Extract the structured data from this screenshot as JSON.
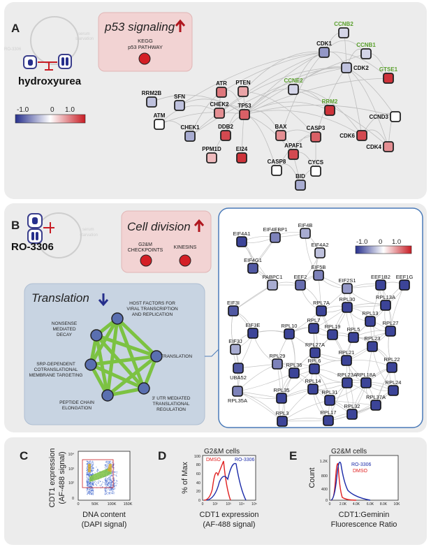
{
  "panels": {
    "a": "A",
    "b": "B",
    "c": "C",
    "d": "D",
    "e": "E"
  },
  "panel_a": {
    "drug": "hydroxyurea",
    "ghost_labels": [
      "RO-3306",
      "serum",
      "starvation"
    ],
    "pathway_box": {
      "title": "p53 signaling",
      "subtitle_1": "KEGG",
      "subtitle_2": "p53 PATHWAY"
    },
    "scale": {
      "min": "-1.0",
      "mid": "0",
      "max": "1.0"
    },
    "nodes": [
      {
        "id": "CCNB2",
        "v": -0.2,
        "green": true
      },
      {
        "id": "CCNB1",
        "v": -0.2,
        "green": true
      },
      {
        "id": "CDK1",
        "v": -0.5
      },
      {
        "id": "CDK2",
        "v": -0.3
      },
      {
        "id": "GTSE1",
        "v": 0.9,
        "green": true
      },
      {
        "id": "CCNE2",
        "v": -0.2,
        "green": true
      },
      {
        "id": "RRM2",
        "v": 0.9,
        "green": true
      },
      {
        "id": "CCND3",
        "v": 0.0
      },
      {
        "id": "CDK6",
        "v": 0.8
      },
      {
        "id": "CDK4",
        "v": 0.5
      },
      {
        "id": "RRM2B",
        "v": -0.3
      },
      {
        "id": "SFN",
        "v": -0.3
      },
      {
        "id": "ATR",
        "v": 0.6
      },
      {
        "id": "PTEN",
        "v": 0.4
      },
      {
        "id": "ATM",
        "v": 0.0
      },
      {
        "id": "CHEK1",
        "v": -0.4
      },
      {
        "id": "CHEK2",
        "v": 0.5
      },
      {
        "id": "TP53",
        "v": 0.7
      },
      {
        "id": "DDB2",
        "v": 0.8
      },
      {
        "id": "BAX",
        "v": 0.5
      },
      {
        "id": "CASP3",
        "v": 0.7
      },
      {
        "id": "APAF1",
        "v": 0.8
      },
      {
        "id": "PPM1D",
        "v": 0.3
      },
      {
        "id": "EI24",
        "v": 0.9
      },
      {
        "id": "CASP8",
        "v": 0.0
      },
      {
        "id": "CYCS",
        "v": 0.0
      },
      {
        "id": "BID",
        "v": -0.4
      }
    ]
  },
  "panel_b": {
    "drug": "RO-3306",
    "ghost_labels": [
      "serum",
      "starvation"
    ],
    "division_box": {
      "title": "Cell division",
      "items": [
        "G2&M",
        "CHECKPOINTS",
        "KINESINS"
      ]
    },
    "translation_box": {
      "title": "Translation",
      "nodes": [
        "HOST FACTORS FOR",
        "VIRAL TRANSCRIPTION",
        "AND REPLICATION",
        "NONSENSE",
        "MEDIATED",
        "DECAY",
        "TRANSLATION",
        "SRP-DEPENDENT",
        "COTRANSLATIONAL",
        "MEMBRANE TARGETING",
        "PEPTIDE CHAIN",
        "ELONGATION",
        "3' UTR MEDIATED",
        "TRANSLATIONAL",
        "REGULATION"
      ]
    },
    "scale": {
      "min": "-1.0",
      "mid": "0",
      "max": "1.0"
    },
    "nodes": [
      {
        "id": "EIF4EBP1",
        "v": -0.6
      },
      {
        "id": "EIF4B",
        "v": -0.4
      },
      {
        "id": "EIF4A1",
        "v": -0.9
      },
      {
        "id": "EIF4A2",
        "v": -0.3
      },
      {
        "id": "EIF4G1",
        "v": -0.8
      },
      {
        "id": "EIF5B",
        "v": -0.6
      },
      {
        "id": "PABPC1",
        "v": -0.4
      },
      {
        "id": "EEF2",
        "v": -0.7
      },
      {
        "id": "EIF2S1",
        "v": -0.5
      },
      {
        "id": "EEF1B2",
        "v": -0.9
      },
      {
        "id": "EEF1G",
        "v": -0.9
      },
      {
        "id": "EIF3I",
        "v": -0.8
      },
      {
        "id": "EIF3E",
        "v": -0.9
      },
      {
        "id": "EIF3J",
        "v": -0.4
      },
      {
        "id": "RPL7A",
        "v": -0.9
      },
      {
        "id": "RPL30",
        "v": -0.9
      },
      {
        "id": "RPL13A",
        "v": -0.9
      },
      {
        "id": "RPL13",
        "v": -0.9
      },
      {
        "id": "RPL27",
        "v": -0.9
      },
      {
        "id": "RPL10",
        "v": -0.9
      },
      {
        "id": "RPL7",
        "v": -0.9
      },
      {
        "id": "RPL19",
        "v": -0.9
      },
      {
        "id": "RPL5",
        "v": -0.9
      },
      {
        "id": "RPL23",
        "v": -0.9
      },
      {
        "id": "UBA52",
        "v": -0.8
      },
      {
        "id": "RPL27A",
        "v": -0.9
      },
      {
        "id": "RPL29",
        "v": -0.6
      },
      {
        "id": "RPL36",
        "v": -0.9
      },
      {
        "id": "RPL6",
        "v": -0.9
      },
      {
        "id": "RPL21",
        "v": -0.9
      },
      {
        "id": "RPL22",
        "v": -0.9
      },
      {
        "id": "RPL35A",
        "v": -0.6
      },
      {
        "id": "RPL14",
        "v": -0.9
      },
      {
        "id": "RPL18A",
        "v": -0.9
      },
      {
        "id": "RPL24",
        "v": -0.9
      },
      {
        "id": "RPL35",
        "v": -0.9
      },
      {
        "id": "RPL23A",
        "v": -0.9
      },
      {
        "id": "RPL31",
        "v": -0.9
      },
      {
        "id": "RPL37A",
        "v": -0.9
      },
      {
        "id": "RPL3",
        "v": -0.9
      },
      {
        "id": "RPL17",
        "v": -0.9
      },
      {
        "id": "RPL32",
        "v": -0.9
      }
    ]
  },
  "panel_c": {
    "ylabel_1": "CDT1 expression",
    "ylabel_2": "(AF-488 signal)",
    "xlabel_1": "DNA content",
    "xlabel_2": "(DAPI signal)",
    "yticks": [
      "0",
      "10²",
      "10³",
      "10⁴"
    ],
    "xticks": [
      "0",
      "50K",
      "100K",
      "150K"
    ]
  },
  "panel_d": {
    "header": "G2&M cells",
    "ylabel": "% of Max",
    "xlabel_1": "CDT1 expression",
    "xlabel_2": "(AF-488 signal)",
    "yticks": [
      "0",
      "20",
      "40",
      "60",
      "80",
      "100"
    ],
    "xticks": [
      "0",
      "10²",
      "10³",
      "10⁴",
      "10⁵"
    ],
    "legend": [
      {
        "name": "DMSO",
        "color": "#e02020"
      },
      {
        "name": "RO-3306",
        "color": "#1a2aa8"
      }
    ]
  },
  "panel_e": {
    "header": "G2&M cells",
    "ylabel": "Count",
    "xlabel_1": "CDT1:Geminin",
    "xlabel_2": "Fluorescence Ratio",
    "yticks": [
      "0",
      "400",
      "800",
      "1.2K"
    ],
    "xticks": [
      "0",
      "2.0K",
      "4.0K",
      "6.0K",
      "8.0K",
      "10K"
    ],
    "legend": [
      {
        "name": "RO-3306",
        "color": "#1a2aa8"
      },
      {
        "name": "DMSO",
        "color": "#e02020"
      }
    ]
  },
  "colors": {
    "panel_bg": "#ececec",
    "node_up": "#c81c24",
    "node_down": "#262f8c",
    "net_edge": "#bdbdbd",
    "green_label": "#5aa02c",
    "network_green": "#7cc242"
  }
}
